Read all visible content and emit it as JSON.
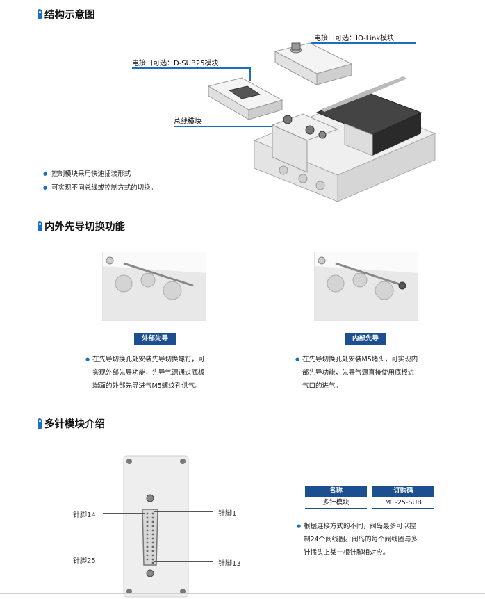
{
  "sections": {
    "structure": {
      "title": "结构示意图",
      "callouts": {
        "iolink": "电接口可选：IO-Link模块",
        "dsub": "电接口可选：D-SUB25模块",
        "bus": "总线模块"
      },
      "bullets": [
        "控制模块采用快速插装形式",
        "可实现不同总线或控制方式的切换。"
      ]
    },
    "pilot": {
      "title": "内外先导切换功能",
      "external": {
        "label": "外部先导",
        "lines": [
          "在先导切换孔处安装先导切换螺钉，可",
          "实现外部先导功能，先导气源通过底板",
          "端面的外部先导进气M5螺纹孔供气。"
        ]
      },
      "internal": {
        "label": "内部先导",
        "lines": [
          "在先导切换孔处安装M5堵头，可实现内",
          "部先导功能，先导气源直接使用底板进",
          "气口的进气。"
        ]
      }
    },
    "multipin": {
      "title": "多针模块介绍",
      "pins": {
        "p14": "针脚14",
        "p1": "针脚1",
        "p25": "针脚25",
        "p13": "针脚13"
      },
      "table": {
        "headers": [
          "名称",
          "订购码"
        ],
        "row": [
          "多针模块",
          "M1-25-SUB"
        ]
      },
      "lines": [
        "根据连接方式的不同，阀岛最多可以控",
        "制24个阀线圈。阀岛的每个阀线圈与多",
        "针插头上某一根针脚相对应。"
      ]
    }
  },
  "colors": {
    "accent": "#1b6fc2",
    "badge": "#1b4f8f"
  }
}
